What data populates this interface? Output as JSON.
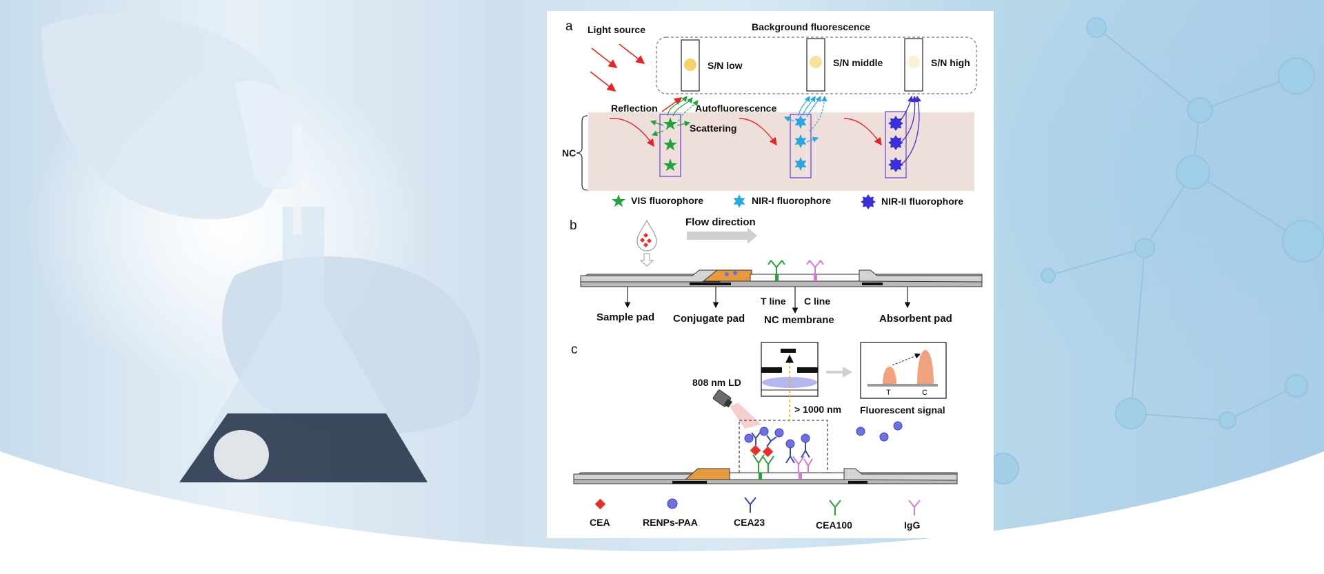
{
  "colors": {
    "background_blue": "#bcd6ea",
    "nc_membrane": "#efdfda",
    "vis_fluorophore": "#22a23c",
    "nir1_fluorophore": "#2aa7e0",
    "nir2_fluorophore": "#3b2fd8",
    "light_arrow": "#e52424",
    "cea": "#e8302a",
    "renps": "#6f6fe0",
    "cea23": "#3a46b8",
    "cea100": "#27a337",
    "igg": "#d57ad6",
    "conjugate_pad": "#e69a3e",
    "laser_beam": "#f0b400"
  },
  "panel_a": {
    "letter": "a",
    "light_source": "Light source",
    "background_fluorescence": "Background fluorescence",
    "sn_low": "S/N low",
    "sn_middle": "S/N middle",
    "sn_high": "S/N high",
    "reflection": "Reflection",
    "autofluorescence": "Autofluorescence",
    "scattering": "Scattering",
    "nc": "NC",
    "legend": {
      "vis": "VIS fluorophore",
      "nir1": "NIR-I fluorophore",
      "nir2": "NIR-II fluorophore"
    }
  },
  "panel_b": {
    "letter": "b",
    "flow_direction": "Flow direction",
    "t_line": "T line",
    "c_line": "C line",
    "sample_pad": "Sample pad",
    "conjugate_pad": "Conjugate pad",
    "nc_membrane": "NC membrane",
    "absorbent_pad": "Absorbent pad"
  },
  "panel_c": {
    "letter": "c",
    "laser": "808 nm LD",
    "wavelength": "> 1000 nm",
    "fluorescent_signal": "Fluorescent signal",
    "t": "T",
    "c": "C",
    "legend": {
      "cea": "CEA",
      "renps": "RENPs-PAA",
      "cea23": "CEA23",
      "cea100": "CEA100",
      "igg": "IgG"
    }
  }
}
